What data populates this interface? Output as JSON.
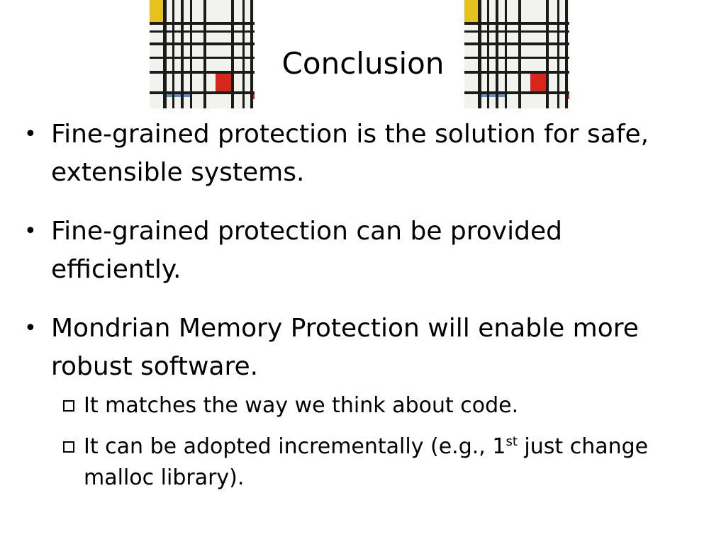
{
  "slide": {
    "title": "Conclusion",
    "bullets": [
      "Fine-grained protection is the solution for safe, extensible systems.",
      "Fine-grained protection can be provided efficiently.",
      "Mondrian Memory Protection will enable more robust software."
    ],
    "sub_bullets": {
      "item1": "It matches the way we think about code.",
      "item2_before": "It can be adopted incrementally (e.g., 1",
      "item2_sup": "st",
      "item2_after": " just change malloc library)."
    },
    "bullet_glyph": "•",
    "sub_bullet_icon": "hollow-square-icon"
  },
  "colors": {
    "painting_yellow": "#e8c21c",
    "painting_red": "#d8271a",
    "painting_blue": "#5f8fc8",
    "painting_lines": "#1a1a1a",
    "painting_bg": "#f2f2ef"
  }
}
